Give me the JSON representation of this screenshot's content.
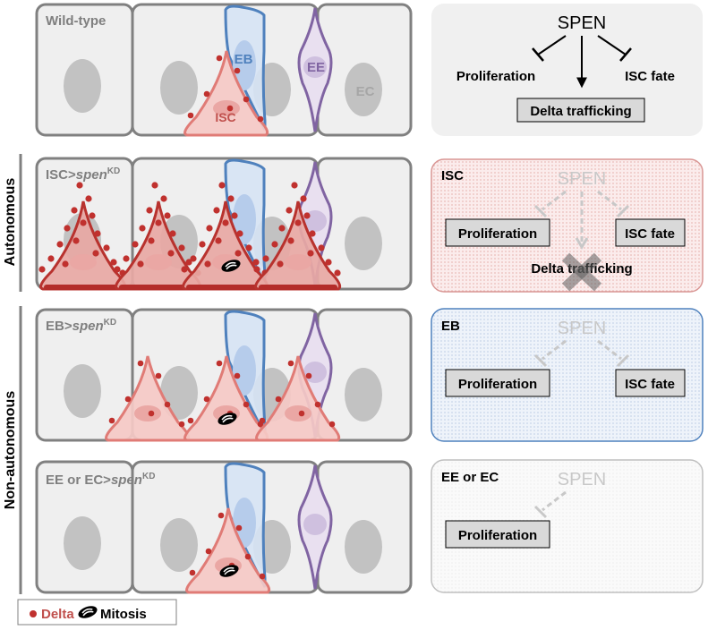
{
  "side_labels": {
    "autonomous": "Autonomous",
    "non_autonomous": "Non-autonomous"
  },
  "rows": [
    {
      "id": "wild-type",
      "label": "Wild-type",
      "cell_labels": {
        "eb": "EB",
        "ee": "EE",
        "ec": "EC",
        "isc": "ISC"
      }
    },
    {
      "id": "isc-kd",
      "label_prefix": "ISC>",
      "label_gene": "spen",
      "label_sup": "KD"
    },
    {
      "id": "eb-kd",
      "label_prefix": "EB>",
      "label_gene": "spen",
      "label_sup": "KD"
    },
    {
      "id": "ee-ec-kd",
      "label_prefix": "EE or EC>",
      "label_gene": "spen",
      "label_sup": "KD"
    }
  ],
  "panels": [
    {
      "id": "wild-type",
      "gene": "SPEN",
      "targets": {
        "proliferation": "Proliferation",
        "isc_fate": "ISC fate",
        "delta": "Delta trafficking"
      }
    },
    {
      "id": "isc",
      "title": "ISC",
      "gene": "SPEN",
      "targets": {
        "proliferation": "Proliferation",
        "isc_fate": "ISC fate",
        "delta": "Delta trafficking"
      }
    },
    {
      "id": "eb",
      "title": "EB",
      "gene": "SPEN",
      "targets": {
        "proliferation": "Proliferation",
        "isc_fate": "ISC fate"
      }
    },
    {
      "id": "ee-ec",
      "title": "EE or EC",
      "gene": "SPEN",
      "targets": {
        "proliferation": "Proliferation"
      }
    }
  ],
  "legend": {
    "delta": "Delta",
    "mitosis": "Mitosis"
  },
  "colors": {
    "cell_fill": "#efefef",
    "cell_stroke": "#808080",
    "nucleus": "#c2c2c2",
    "isc_fill": "#f5c9c6",
    "isc_stroke": "#c0504d",
    "isc_kd_fill": "#e8a8a4",
    "delta_dot": "#c0312e",
    "eb_fill": "#d6e3f4",
    "eb_stroke": "#4f81bd",
    "ee_fill": "#e9e0f0",
    "ee_stroke": "#8064a2",
    "panel_grey": "#f0f0f0",
    "panel_isc_stroke": "#d99694",
    "panel_eb_stroke": "#4f81bd",
    "panel_ee_stroke": "#bfbfbf",
    "faded": "#c8c8c8"
  }
}
